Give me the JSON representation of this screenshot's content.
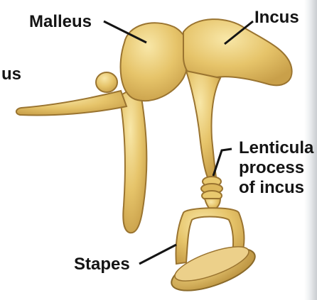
{
  "labels": {
    "malleus": "Malleus",
    "incus": "Incus",
    "partial_left": "us",
    "lenticular_line1": "Lenticula",
    "lenticular_line2": "process",
    "lenticular_line3": "of incus",
    "stapes": "Stapes"
  },
  "colors": {
    "bone_fill": "#e7c66d",
    "bone_light": "#f6e3a0",
    "bone_shadow": "#b08a3a",
    "bone_outline": "#8a6a2a",
    "label_text": "#141414",
    "leader_line": "#141414"
  }
}
